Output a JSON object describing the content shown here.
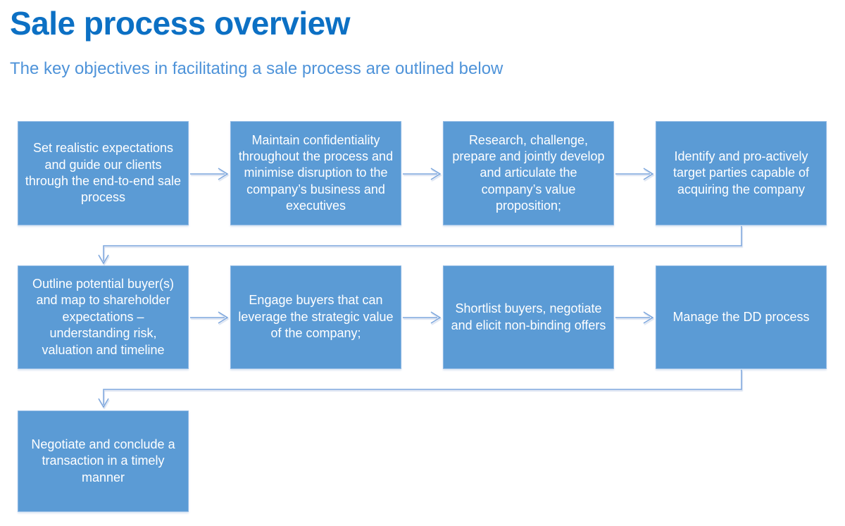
{
  "page": {
    "title": "Sale process overview",
    "subtitle": "The key objectives in facilitating a sale process are outlined below"
  },
  "colors": {
    "title": "#0C70C4",
    "subtitle": "#4E93D9",
    "box_fill": "#5B9BD5",
    "box_border": "#8FB9E4",
    "box_text": "#FFFFFF",
    "connector": "#7CA6DD",
    "background": "#FFFFFF"
  },
  "diagram": {
    "rows": [
      {
        "boxes": [
          {
            "text": "Set realistic expectations and guide our clients through the end-to-end sale process"
          },
          {
            "text": "Maintain confidentiality throughout the process and minimise disruption to the company’s business and executives"
          },
          {
            "text": "Research, challenge, prepare and jointly develop and articulate the company’s value proposition;"
          },
          {
            "text": "Identify and pro-actively target parties capable of acquiring the company"
          }
        ]
      },
      {
        "boxes": [
          {
            "text": "Outline potential buyer(s) and map to shareholder expectations – understanding risk, valuation and timeline"
          },
          {
            "text": "Engage buyers that can leverage the strategic value of the company;"
          },
          {
            "text": "Shortlist buyers, negotiate and elicit non-binding offers"
          },
          {
            "text": "Manage the DD process"
          }
        ]
      },
      {
        "boxes": [
          {
            "text": "Negotiate and conclude a transaction in a timely manner"
          }
        ]
      }
    ]
  }
}
